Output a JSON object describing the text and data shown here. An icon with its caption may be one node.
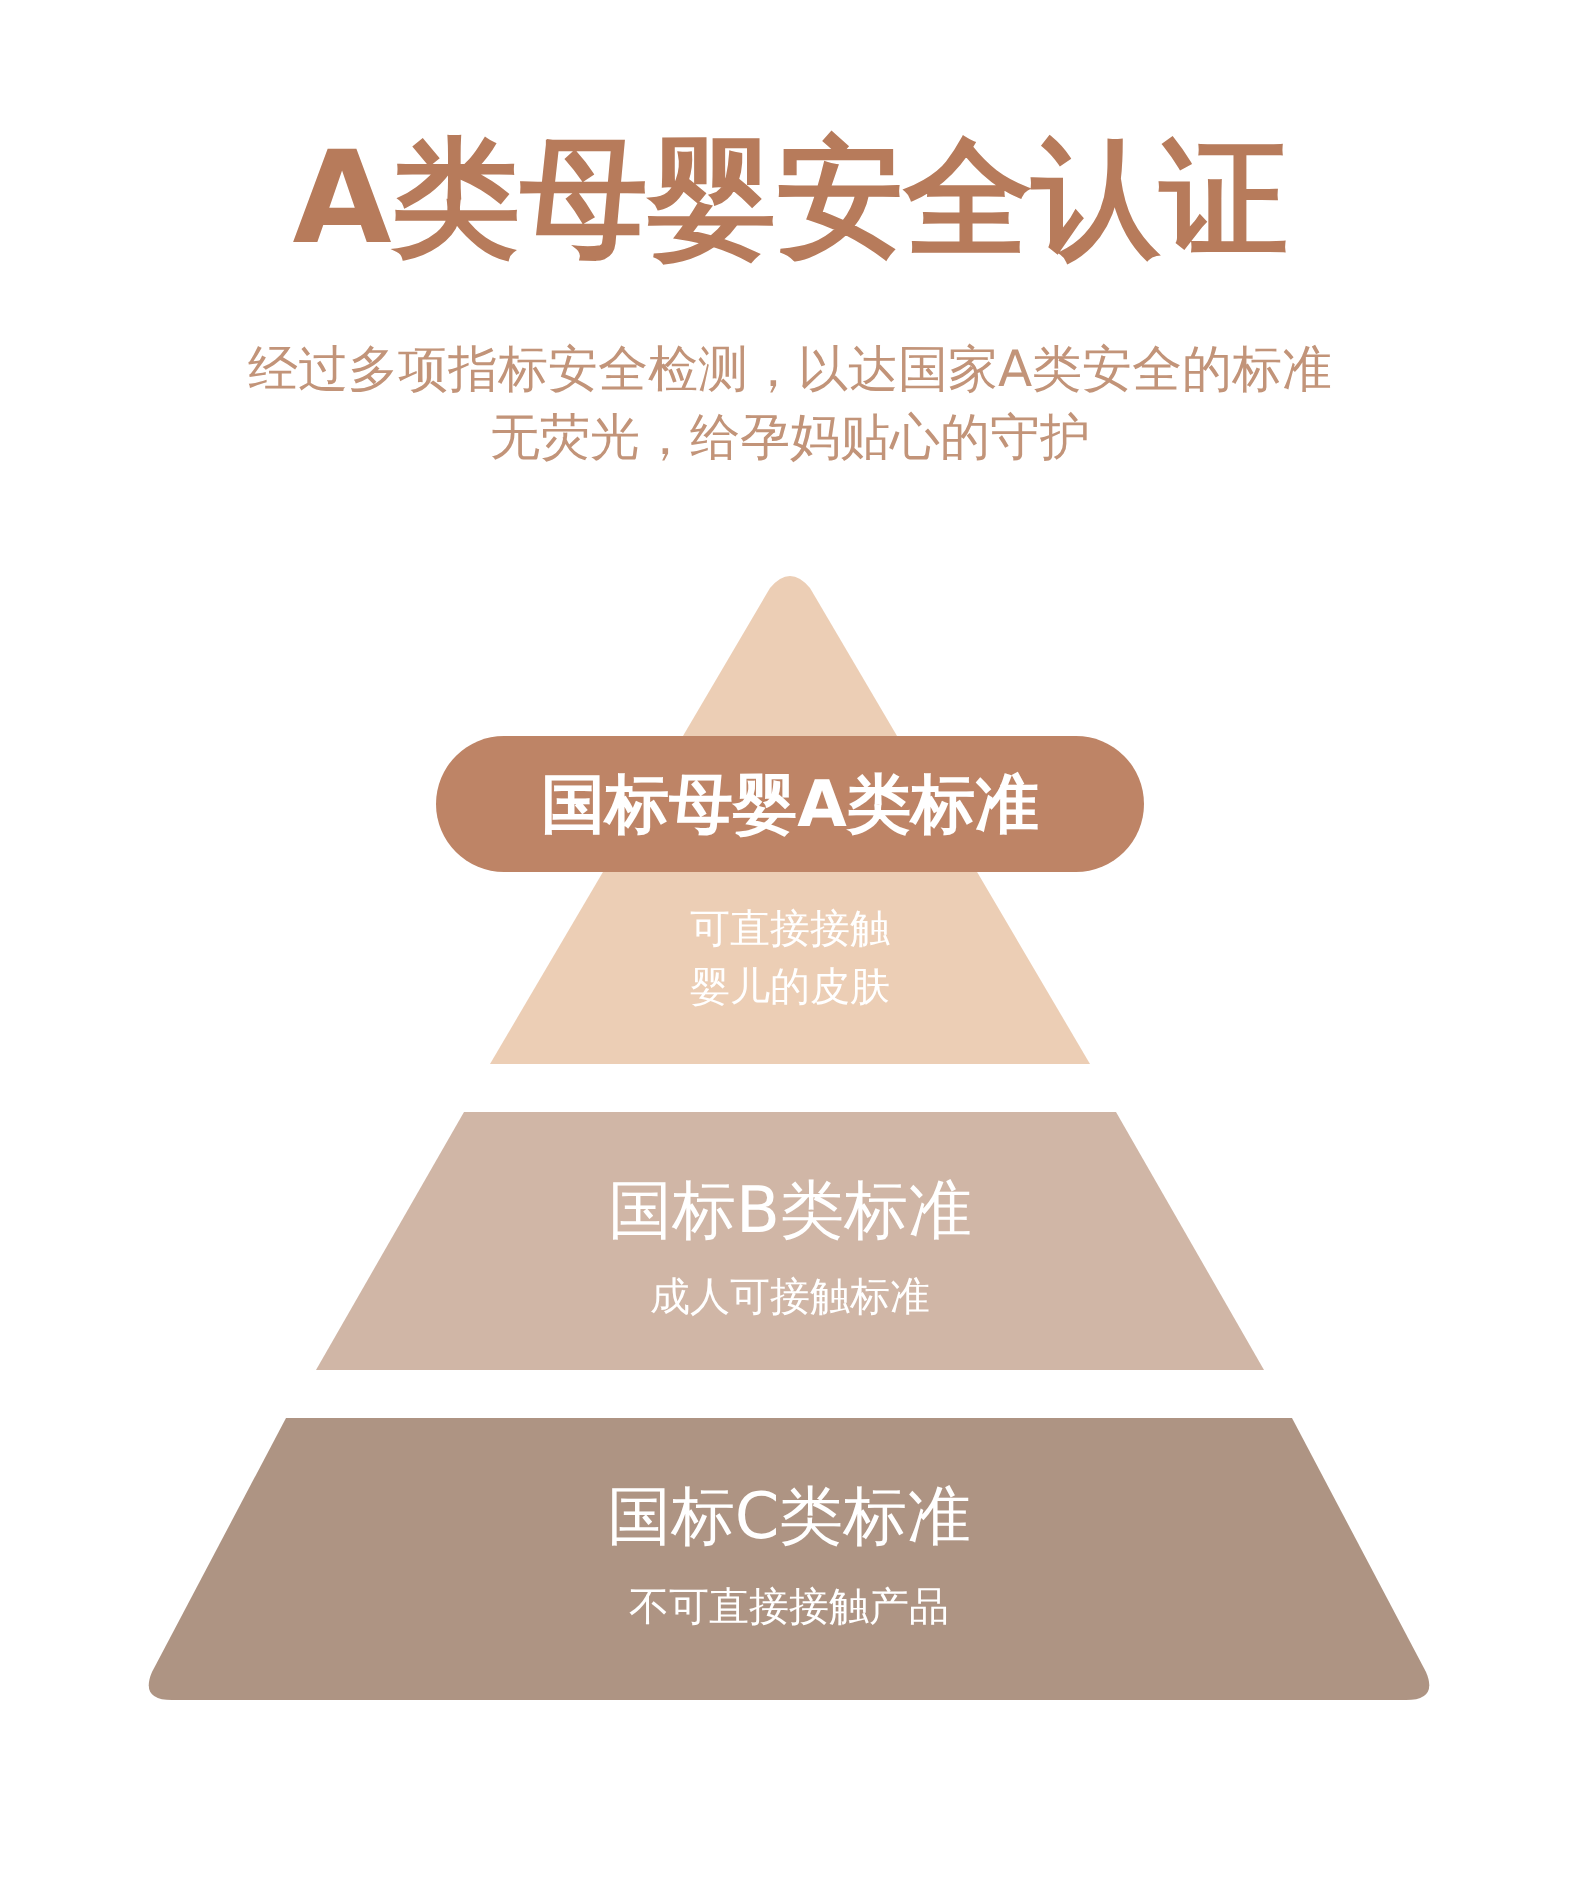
{
  "diagram": {
    "title": "A类母婴安全认证",
    "nodes": [
      {
        "text": [
          "国标母婴A类标准"
        ]
      },
      {
        "text": [
          "可直接接触婴儿的皮肤"
        ]
      },
      {
        "text": [
          "国标B类标准",
          "成人可接触标准"
        ]
      },
      {
        "text": [
          "国标C类标准",
          "不可直接接触产品"
        ]
      }
    ],
    "labels": [
      "经过多项指标安全检测，以达国家A类安全的标准",
      "无荧光，给孕妈贴心的守护"
    ]
  }
}
